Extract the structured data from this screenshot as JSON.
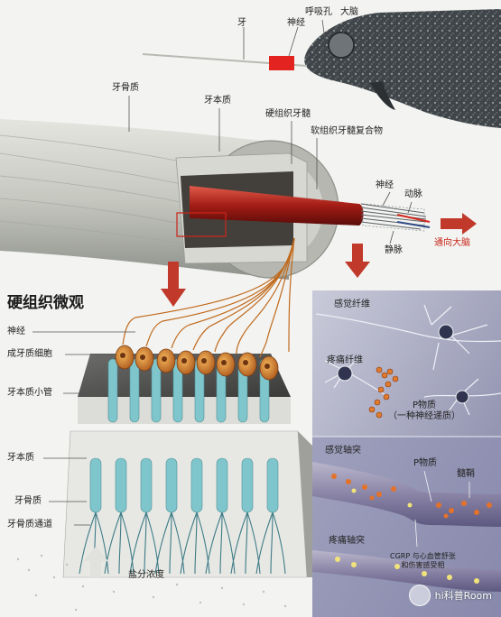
{
  "labels": {
    "tusk": "牙",
    "blowhole": "呼吸孔",
    "brain": "大脑",
    "nerve_top": "神经",
    "cementum": "牙骨质",
    "dentin": "牙本质",
    "hard_pulp": "硬组织牙髓",
    "soft_pulp": "软组织牙髓复合物",
    "nerve_mid": "神经",
    "artery": "动脉",
    "vein": "静脉",
    "to_brain": "通向大脑",
    "micro_title": "硬组织微观",
    "nerve_micro": "神经",
    "odontoblast": "成牙质细胞",
    "dentinal_tubule": "牙本质小管",
    "dentin_micro": "牙本质",
    "cementum_micro": "牙骨质",
    "cementum_channel": "牙骨质通道",
    "salt": "盐分浓度",
    "sensory_fiber": "感觉纤维",
    "pain_fiber": "疼痛纤维",
    "substance_p_note": "P物质\n（一种神经递质）",
    "sensory_axon": "感觉轴突",
    "substance_p": "P物质",
    "myelin": "髓鞘",
    "pain_axon": "疼痛轴突",
    "cgrp_note": "CGRP 与心血管舒张\n和伤害感受相"
  },
  "watermark": {
    "text": "hi科普Room"
  },
  "colors": {
    "background": "#f3f3f1",
    "whale_body": "#3f4548",
    "tusk_shell": "#c9cbc3",
    "pulp_red": "#9c1b14",
    "arrow_red": "#c0392b",
    "tubule_cyan": "#7fc6cc",
    "cell_orange": "#d8893a",
    "panel_purple": "#a7a8c4",
    "axon_band": "#8f87a8"
  }
}
